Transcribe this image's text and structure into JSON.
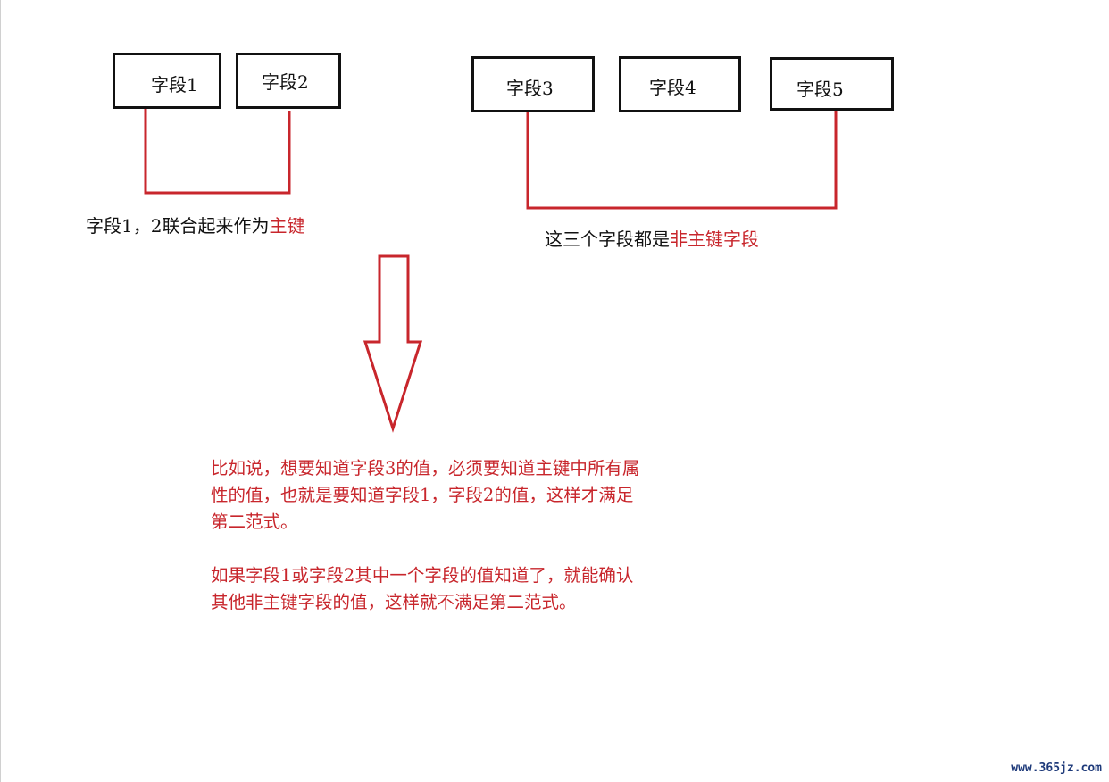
{
  "fields": [
    {
      "label": "字段1"
    },
    {
      "label": "字段2"
    },
    {
      "label": "字段3"
    },
    {
      "label": "字段4"
    },
    {
      "label": "字段5"
    }
  ],
  "captions": {
    "composite_key_prefix": "字段1，2联合起来作为",
    "composite_key_highlight": "主键",
    "non_key_prefix": "这三个字段都是",
    "non_key_highlight": "非主键字段"
  },
  "explanation": {
    "paragraph1": [
      "比如说，想要知道字段3的值，必须要知道主键中所有属",
      "性的值，也就是要知道字段1，字段2的值，这样才满足",
      "第二范式。"
    ],
    "paragraph2": [
      "如果字段1或字段2其中一个字段的值知道了，就能确认",
      "其他非主键字段的值，这样就不满足第二范式。"
    ]
  },
  "watermark": "www.365jz.com",
  "colors": {
    "accent": "#c8262c",
    "box_border": "#111111",
    "text": "#111111"
  }
}
